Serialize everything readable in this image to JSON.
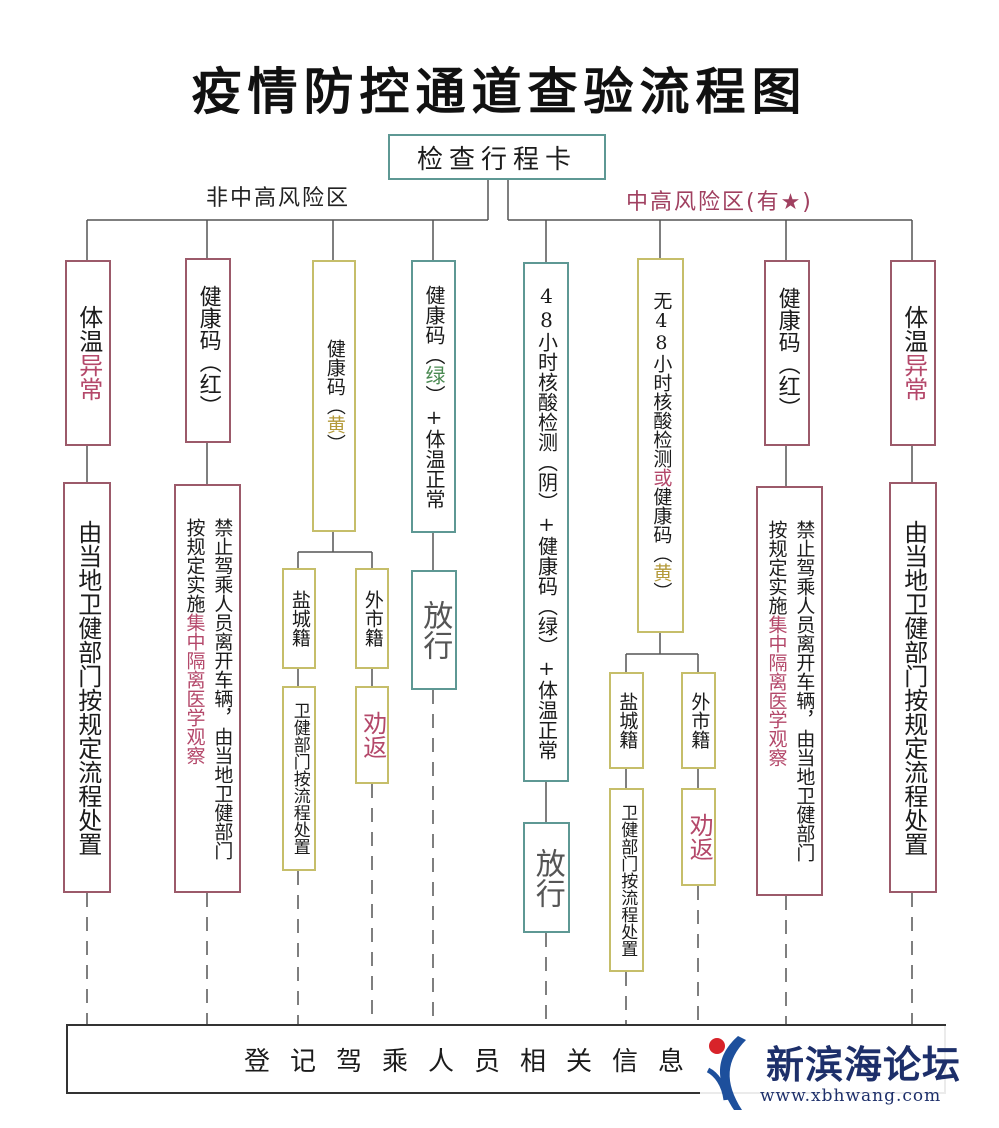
{
  "title": "疫情防控通道查验流程图",
  "root": "检查行程卡",
  "branches": {
    "left": "非中高风险区",
    "right": "中高风险区(有★)"
  },
  "nodes": {
    "n1": {
      "line1": "体温",
      "line2": "异常"
    },
    "n2": {
      "line1": "健康码",
      "paren": "（红）"
    },
    "n3": {
      "line1": "健康码（",
      "mark": "黄",
      "line2": "）"
    },
    "n4": {
      "line1": "健康码（",
      "mark": "绿",
      "line2": "）+体温正常"
    },
    "n5": {
      "text": "48小时核酸检测（阴）+健康码（绿）+体温正常"
    },
    "n6": {
      "line1": "无48小时核酸检测",
      "mark": "或",
      "line2": "健康码（",
      "mark2": "黄",
      "line3": "）"
    },
    "n7": {
      "line1": "健康码",
      "paren": "（红）"
    },
    "n8": {
      "line1": "体温",
      "line2": "异常"
    }
  },
  "results": {
    "r1": "由当地卫健部门按规定流程处置",
    "r2": {
      "col1": "禁止驾乘人员离开车辆，由当地卫健部门",
      "col2a": "按规定实施",
      "col2b": "集中隔离医学观察"
    },
    "r3a": "盐城籍",
    "r3b": "外市籍",
    "r3a_out": "卫健部门按流程处置",
    "r3b_out": "劝返",
    "r4": "放行",
    "r5": "放行",
    "r6a": "盐城籍",
    "r6b": "外市籍",
    "r6a_out": "卫健部门按流程处置",
    "r6b_out": "劝返",
    "r7": {
      "col1": "禁止驾乘人员离开车辆，由当地卫健部门",
      "col2a": "按规定实施",
      "col2b": "集中隔离医学观察"
    },
    "r8": "由当地卫健部门按规定流程处置"
  },
  "footer": "登记驾乘人员相关信息",
  "watermark": {
    "name": "新滨海论坛",
    "url": "www.xbhwang.com"
  },
  "colors": {
    "red_border": "#9c5a6a",
    "yellow_border": "#c6be6a",
    "teal_border": "#5e9894",
    "accent_red": "#b4486a"
  }
}
